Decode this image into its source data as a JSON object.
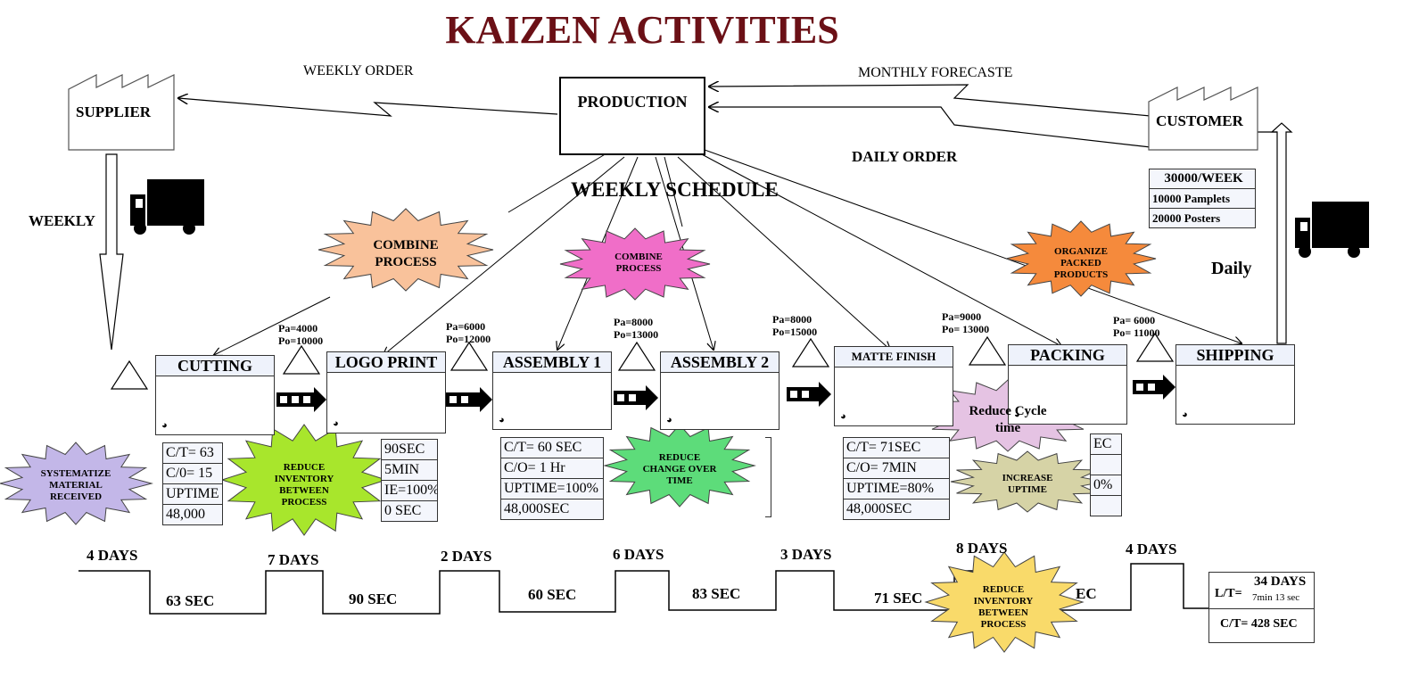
{
  "title": "KAIZEN ACTIVITIES",
  "info_flow": {
    "weekly_order": "WEEKLY ORDER",
    "monthly_forecast": "MONTHLY FORECASTE",
    "daily_order": "DAILY ORDER",
    "weekly_schedule": "WEEKLY SCHEDULE",
    "weekly": "WEEKLY",
    "daily": "Daily"
  },
  "supplier": "SUPPLIER",
  "production": "PRODUCTION",
  "customer": {
    "label": "CUSTOMER",
    "demand": [
      "30000/WEEK",
      "10000 Pamplets",
      "20000 Posters"
    ]
  },
  "processes": [
    {
      "name": "CUTTING",
      "data": [
        "C/T= 63",
        "C/0= 15",
        "UPTIME",
        "48,000"
      ]
    },
    {
      "name": "LOGO PRINT",
      "data": [
        "90SEC",
        "5MIN",
        "IE=100%",
        "0 SEC"
      ]
    },
    {
      "name": "ASSEMBLY 1",
      "data": [
        "C/T= 60 SEC",
        "C/O= 1 Hr",
        "UPTIME=100%",
        "48,000SEC"
      ]
    },
    {
      "name": "ASSEMBLY 2",
      "data": [
        "",
        "",
        "",
        ""
      ]
    },
    {
      "name": "MATTE FINISH",
      "data": [
        "C/T= 71SEC",
        "C/O= 7MIN",
        "UPTIME=80%",
        "48,000SEC"
      ]
    },
    {
      "name": "PACKING",
      "data": [
        "EC",
        "",
        "0%",
        ""
      ]
    },
    {
      "name": "SHIPPING",
      "data": []
    }
  ],
  "inventory": [
    {
      "pa": "Pa=4000",
      "po": "Po=10000"
    },
    {
      "pa": "Pa=6000",
      "po": "Po=12000"
    },
    {
      "pa": "Pa=8000",
      "po": "Po=13000"
    },
    {
      "pa": "Pa=8000",
      "po": "Po=15000"
    },
    {
      "pa": "Pa=9000",
      "po": "Po= 13000"
    },
    {
      "pa": "Pa= 6000",
      "po": "Po= 11000"
    }
  ],
  "kaizen_bursts": [
    {
      "text": "COMBINE PROCESS",
      "color": "#f9c29b"
    },
    {
      "text": "COMBINE PROCESS",
      "color": "#f06ec8"
    },
    {
      "text": "ORGANIZE PACKED PRODUCTS",
      "color": "#f58a3c"
    },
    {
      "text": "SYSTEMATIZE MATERIAL RECEIVED",
      "color": "#c3b7e8"
    },
    {
      "text": "REDUCE INVENTORY BETWEEN PROCESS",
      "color": "#a8e62c"
    },
    {
      "text": "REDUCE CHANGE OVER TIME",
      "color": "#5ddc7a"
    },
    {
      "text": "Reduce Cycle time",
      "color": "#e5c3e3"
    },
    {
      "text": "INCREASE UPTIME",
      "color": "#d6d3a6"
    },
    {
      "text": "REDUCE INVENTORY BETWEEN PROCESS",
      "color": "#f9da6a"
    }
  ],
  "timeline": {
    "days": [
      "4 DAYS",
      "7 DAYS",
      "2 DAYS",
      "6 DAYS",
      "3 DAYS",
      "8 DAYS",
      "4 DAYS"
    ],
    "secs": [
      "63 SEC",
      "90 SEC",
      "60 SEC",
      "83 SEC",
      "71 SEC",
      "EC"
    ]
  },
  "lead_time": {
    "lt_label": "L/T=",
    "lt_days": "34 DAYS",
    "lt_extra": "7min 13 sec",
    "ct": "C/T= 428 SEC"
  }
}
